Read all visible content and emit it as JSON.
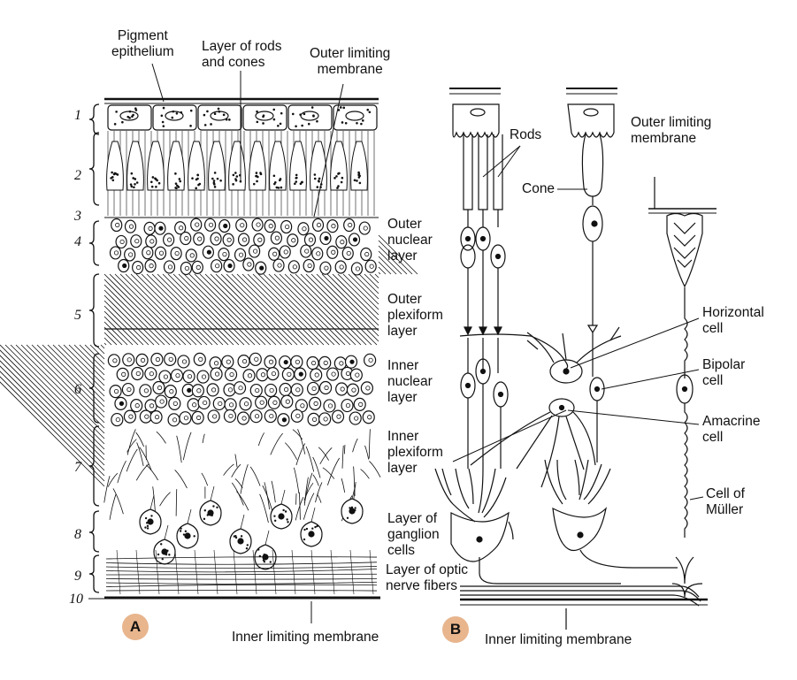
{
  "panel_a": {
    "badge": "A",
    "layer_numbers": [
      "1",
      "2",
      "3",
      "4",
      "5",
      "6",
      "7",
      "8",
      "9",
      "10"
    ],
    "labels": {
      "pigment_epithelium": "Pigment\nepithelium",
      "rods_cones": "Layer of rods\nand cones",
      "outer_limiting_membrane": "Outer limiting\nmembrane",
      "outer_nuclear_layer": "Outer\nnuclear\nlayer",
      "outer_plexiform_layer": "Outer\nplexiform\nlayer",
      "inner_nuclear_layer": "Inner\nnuclear\nlayer",
      "inner_plexiform_layer": "Inner\nplexiform\nlayer",
      "ganglion_cells": "Layer of\nganglion\ncells",
      "optic_nerve_fibers": "Layer of optic\nnerve fibers",
      "inner_limiting_membrane": "Inner limiting membrane"
    }
  },
  "panel_b": {
    "badge": "B",
    "labels": {
      "rods": "Rods",
      "cone": "Cone",
      "outer_limiting_membrane": "Outer limiting\nmembrane",
      "horizontal_cell": "Horizontal\ncell",
      "bipolar_cell": "Bipolar\ncell",
      "amacrine_cell": "Amacrine\ncell",
      "muller_cell": "Cell of\nMüller",
      "inner_limiting_membrane": "Inner limiting membrane"
    }
  },
  "colors": {
    "badge": "#e8b58d",
    "ink": "#111111",
    "background": "#ffffff"
  }
}
